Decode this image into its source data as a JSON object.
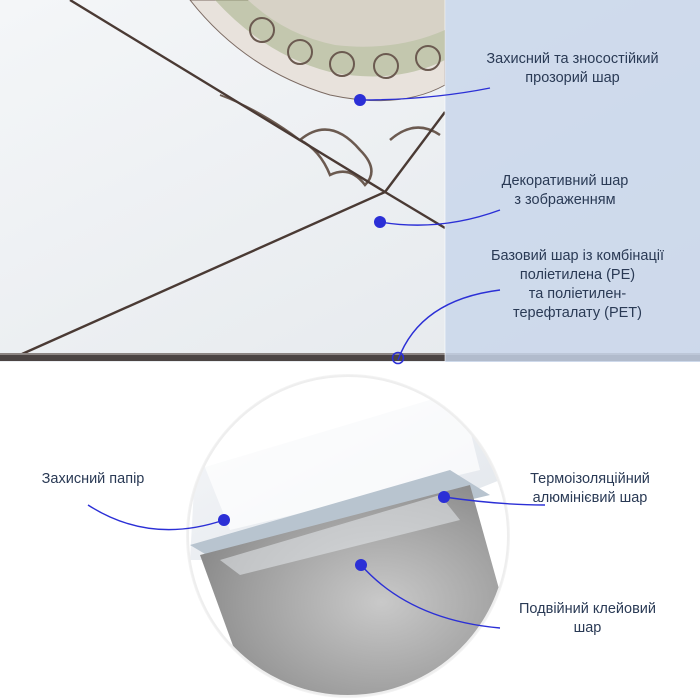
{
  "top_panel": {
    "labels": [
      {
        "lines": [
          "Захисний та зносостійкий",
          "прозорий шар"
        ]
      },
      {
        "lines": [
          "Декоративний шар",
          "з зображенням"
        ]
      },
      {
        "lines": [
          "Базовий шар із комбінації",
          "поліетилена (PE)",
          "та поліетилен-",
          "терефталату (PET)"
        ]
      }
    ]
  },
  "bottom_panel": {
    "labels": [
      {
        "lines": [
          "Захисний папір"
        ]
      },
      {
        "lines": [
          "Термоізоляційний",
          "алюмінієвий шар"
        ]
      },
      {
        "lines": [
          "Подвійний клейовий",
          "шар"
        ]
      }
    ]
  },
  "colors": {
    "accent": "#2b2fd6",
    "label_text": "#2a3a55",
    "overlay": "#c8d6ea",
    "tile_line": "#4a3a34"
  }
}
